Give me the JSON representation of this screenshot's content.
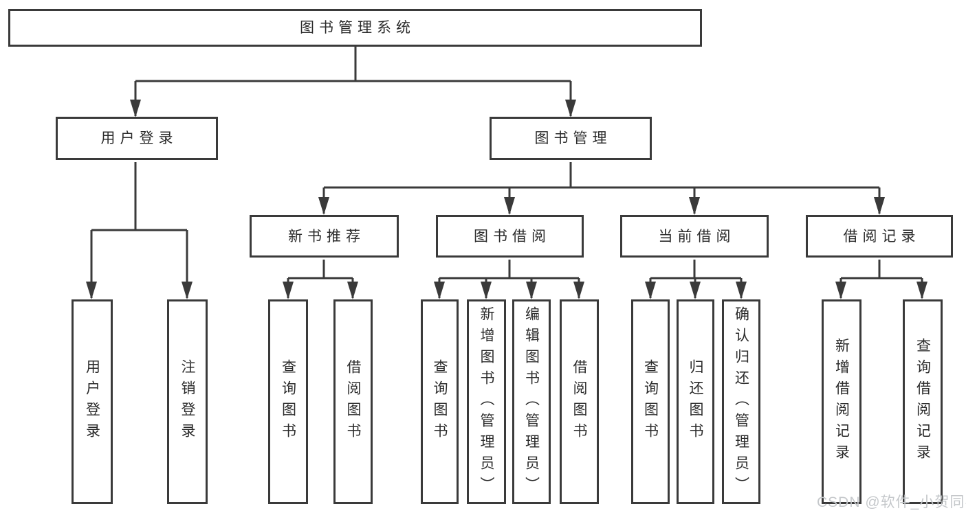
{
  "diagram": {
    "root": {
      "label": "图书管理系统"
    },
    "branches": [
      {
        "label": "用户登录",
        "children": [
          {
            "label": "用户登录"
          },
          {
            "label": "注销登录"
          }
        ]
      },
      {
        "label": "图书管理",
        "children": [
          {
            "label": "新书推荐",
            "children": [
              {
                "label": "查询图书"
              },
              {
                "label": "借阅图书"
              }
            ]
          },
          {
            "label": "图书借阅",
            "children": [
              {
                "label": "查询图书"
              },
              {
                "label": "新增图书（管理员）"
              },
              {
                "label": "编辑图书（管理员）"
              },
              {
                "label": "借阅图书"
              }
            ]
          },
          {
            "label": "当前借阅",
            "children": [
              {
                "label": "查询图书"
              },
              {
                "label": "归还图书"
              },
              {
                "label": "确认归还（管理员）"
              }
            ]
          },
          {
            "label": "借阅记录",
            "children": [
              {
                "label": "新增借阅记录"
              },
              {
                "label": "查询借阅记录"
              }
            ]
          }
        ]
      }
    ]
  },
  "watermark": {
    "text": "CSDN @软件_小贺同学"
  },
  "colors": {
    "line": "#3a3a3a",
    "box_border": "#3a3a3a",
    "text": "#2b2b2b",
    "watermark": "#c5c8cb",
    "background": "#ffffff"
  }
}
